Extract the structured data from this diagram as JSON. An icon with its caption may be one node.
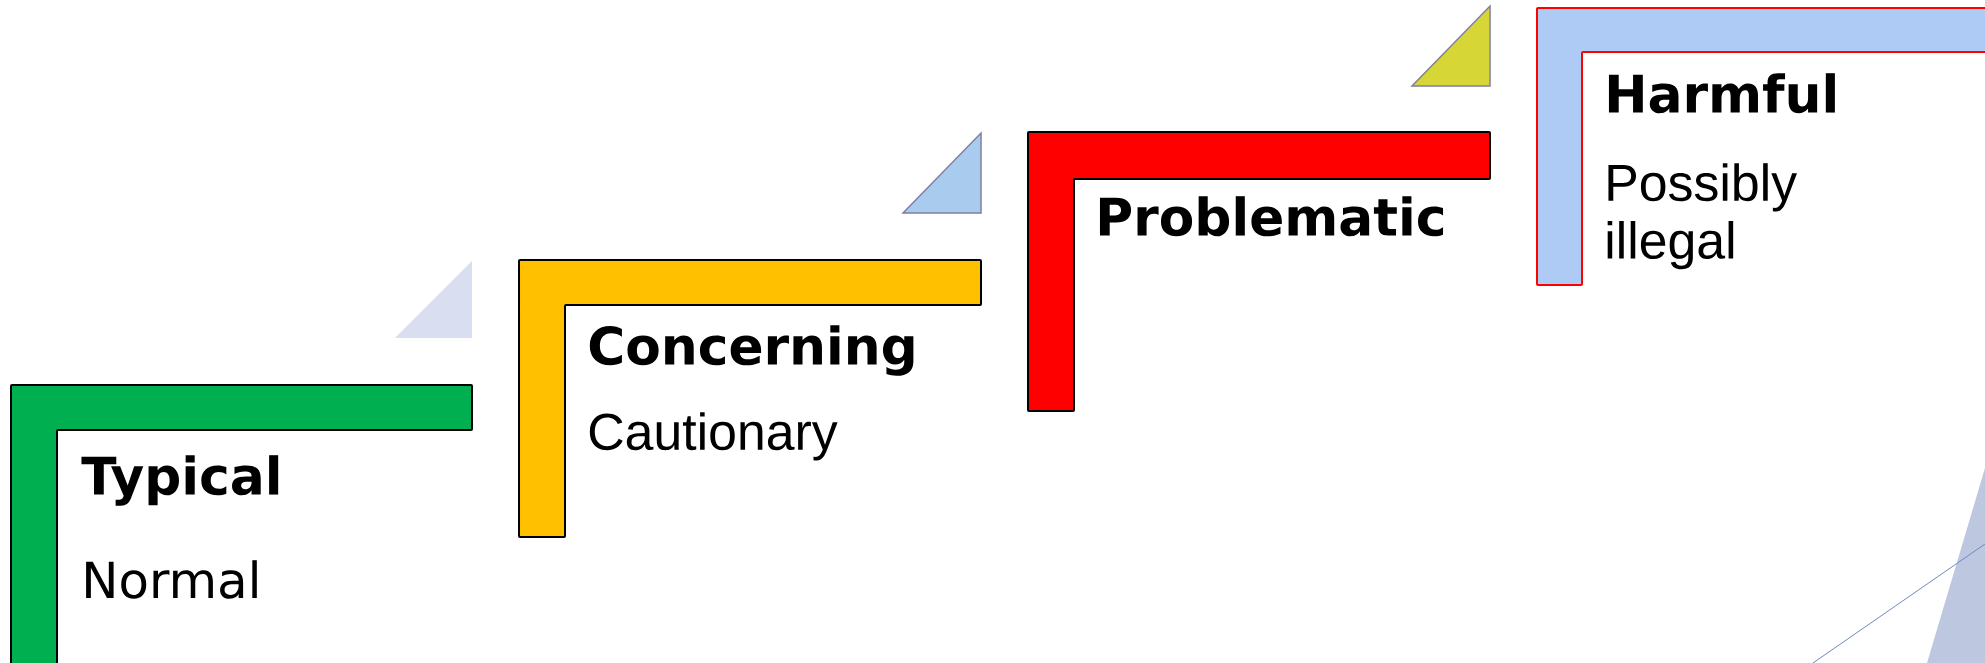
{
  "diagram": {
    "nodes": [
      {
        "text": [
          "Typical",
          "Normal"
        ]
      },
      {
        "text": [
          "Concerning",
          "Cautionary"
        ]
      },
      {
        "text": [
          "Problematic"
        ]
      },
      {
        "text": [
          "Harmful",
          "Possibly illegal"
        ]
      }
    ]
  }
}
